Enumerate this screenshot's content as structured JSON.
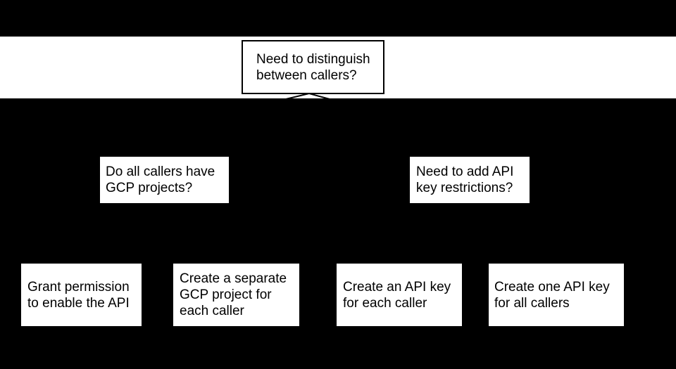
{
  "diagram": {
    "type": "flowchart",
    "colors": {
      "background": "#000000",
      "band": "#ffffff",
      "node_fill": "#ffffff",
      "node_text": "#000000",
      "node_border": "#000000",
      "connector": "#000000"
    },
    "nodes": {
      "root": {
        "text": "Need to distinguish\nbetween callers?"
      },
      "left_decision": {
        "text": "Do all callers have\nGCP projects?"
      },
      "right_decision": {
        "text": "Need to add API\nkey restrictions?"
      },
      "leaf1": {
        "text": "Grant permission\nto enable the API"
      },
      "leaf2": {
        "text": "Create a separate\nGCP project for\neach caller"
      },
      "leaf3": {
        "text": "Create an API key\nfor each caller"
      },
      "leaf4": {
        "text": "Create one API key\nfor all callers"
      }
    },
    "icons": {
      "split_connector": "branch-split-caret"
    }
  }
}
